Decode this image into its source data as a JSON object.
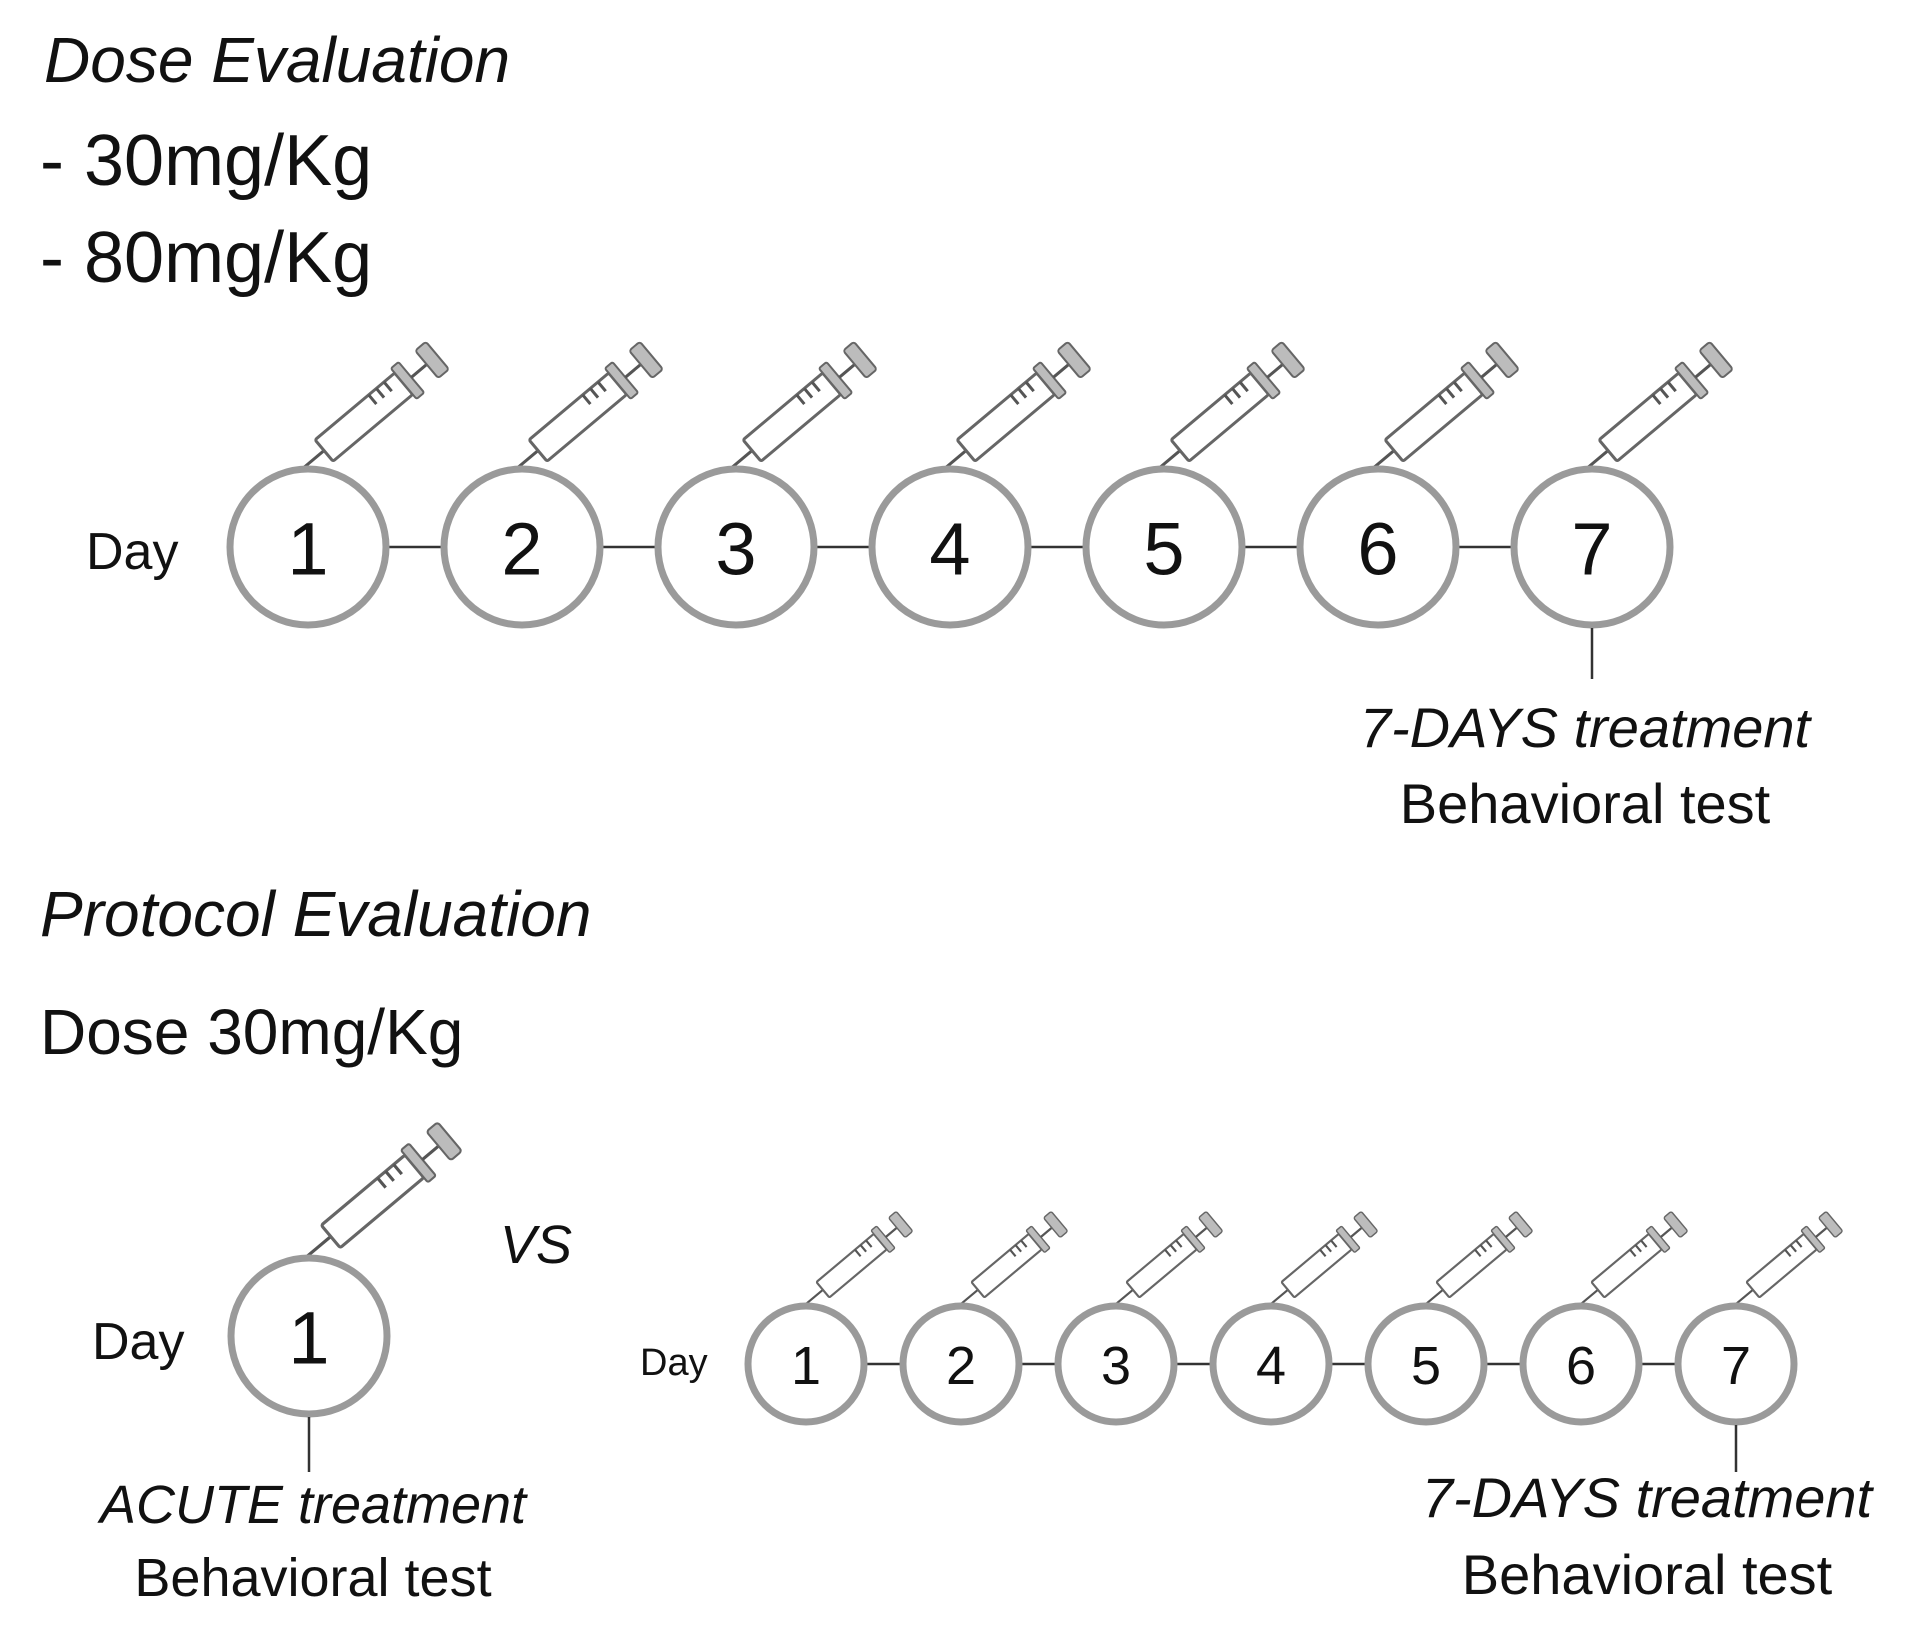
{
  "dose_evaluation": {
    "title": "Dose Evaluation",
    "doses": [
      "- 30mg/Kg",
      "- 80mg/Kg"
    ],
    "timeline": {
      "day_label": "Day",
      "days": [
        "1",
        "2",
        "3",
        "4",
        "5",
        "6",
        "7"
      ],
      "caption_line1": "7-DAYS treatment",
      "caption_line2": "Behavioral test"
    }
  },
  "protocol_evaluation": {
    "title": "Protocol Evaluation",
    "dose": "Dose 30mg/Kg",
    "acute": {
      "day_label": "Day",
      "day": "1",
      "caption_line1": "ACUTE treatment",
      "caption_line2": "Behavioral test"
    },
    "vs_label": "VS",
    "seven_day": {
      "day_label": "Day",
      "days": [
        "1",
        "2",
        "3",
        "4",
        "5",
        "6",
        "7"
      ],
      "caption_line1": "7-DAYS treatment",
      "caption_line2": "Behavioral test"
    }
  },
  "icons": {
    "injection": "syringe-icon",
    "day": "day-circle"
  },
  "colors": {
    "ring": "#9a9a9a",
    "text": "#111111",
    "line": "#333333"
  }
}
